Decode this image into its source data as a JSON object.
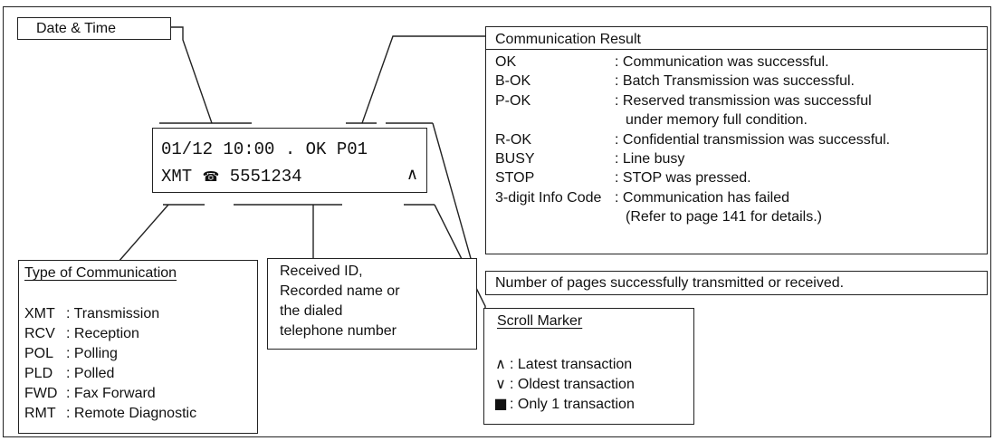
{
  "date_time_label": "Date & Time",
  "lcd": {
    "row1": "01/12 10:00 . OK P01",
    "row2_prefix": "XMT",
    "row2_phone_icon": "☎",
    "row2_number": "5551234",
    "row2_marker": "∧"
  },
  "communication_result": {
    "title": "Communication Result",
    "items": [
      {
        "code": "OK",
        "desc": ": Communication was successful."
      },
      {
        "code": "B-OK",
        "desc": ": Batch Transmission was successful."
      },
      {
        "code": "P-OK",
        "desc": ": Reserved transmission was successful"
      },
      {
        "code": "",
        "desc": "under memory full condition."
      },
      {
        "code": "R-OK",
        "desc": ": Confidential transmission was successful."
      },
      {
        "code": "BUSY",
        "desc": ": Line busy"
      },
      {
        "code": "STOP",
        "desc": ": STOP was pressed."
      },
      {
        "code": "3-digit Info Code",
        "desc": ": Communication has failed"
      },
      {
        "code": "",
        "desc": "(Refer to page 141 for details.)"
      }
    ]
  },
  "pages_label": "Number of pages successfully transmitted or received.",
  "type_of_communication": {
    "title": "Type of Communication",
    "items": [
      {
        "code": "XMT",
        "desc": ": Transmission"
      },
      {
        "code": "RCV",
        "desc": ": Reception"
      },
      {
        "code": "POL",
        "desc": ": Polling"
      },
      {
        "code": "PLD",
        "desc": ": Polled"
      },
      {
        "code": "FWD",
        "desc": ": Fax Forward"
      },
      {
        "code": "RMT",
        "desc": ": Remote Diagnostic"
      }
    ]
  },
  "received_id": {
    "lines": [
      "Received ID,",
      "Recorded name or",
      "the dialed",
      "telephone number"
    ]
  },
  "scroll_marker": {
    "title": "Scroll Marker",
    "items": [
      {
        "symbol": "∧",
        "desc": ": Latest transaction"
      },
      {
        "symbol": "∨",
        "desc": ": Oldest transaction"
      },
      {
        "symbol": "■",
        "desc": ": Only 1 transaction"
      }
    ]
  }
}
